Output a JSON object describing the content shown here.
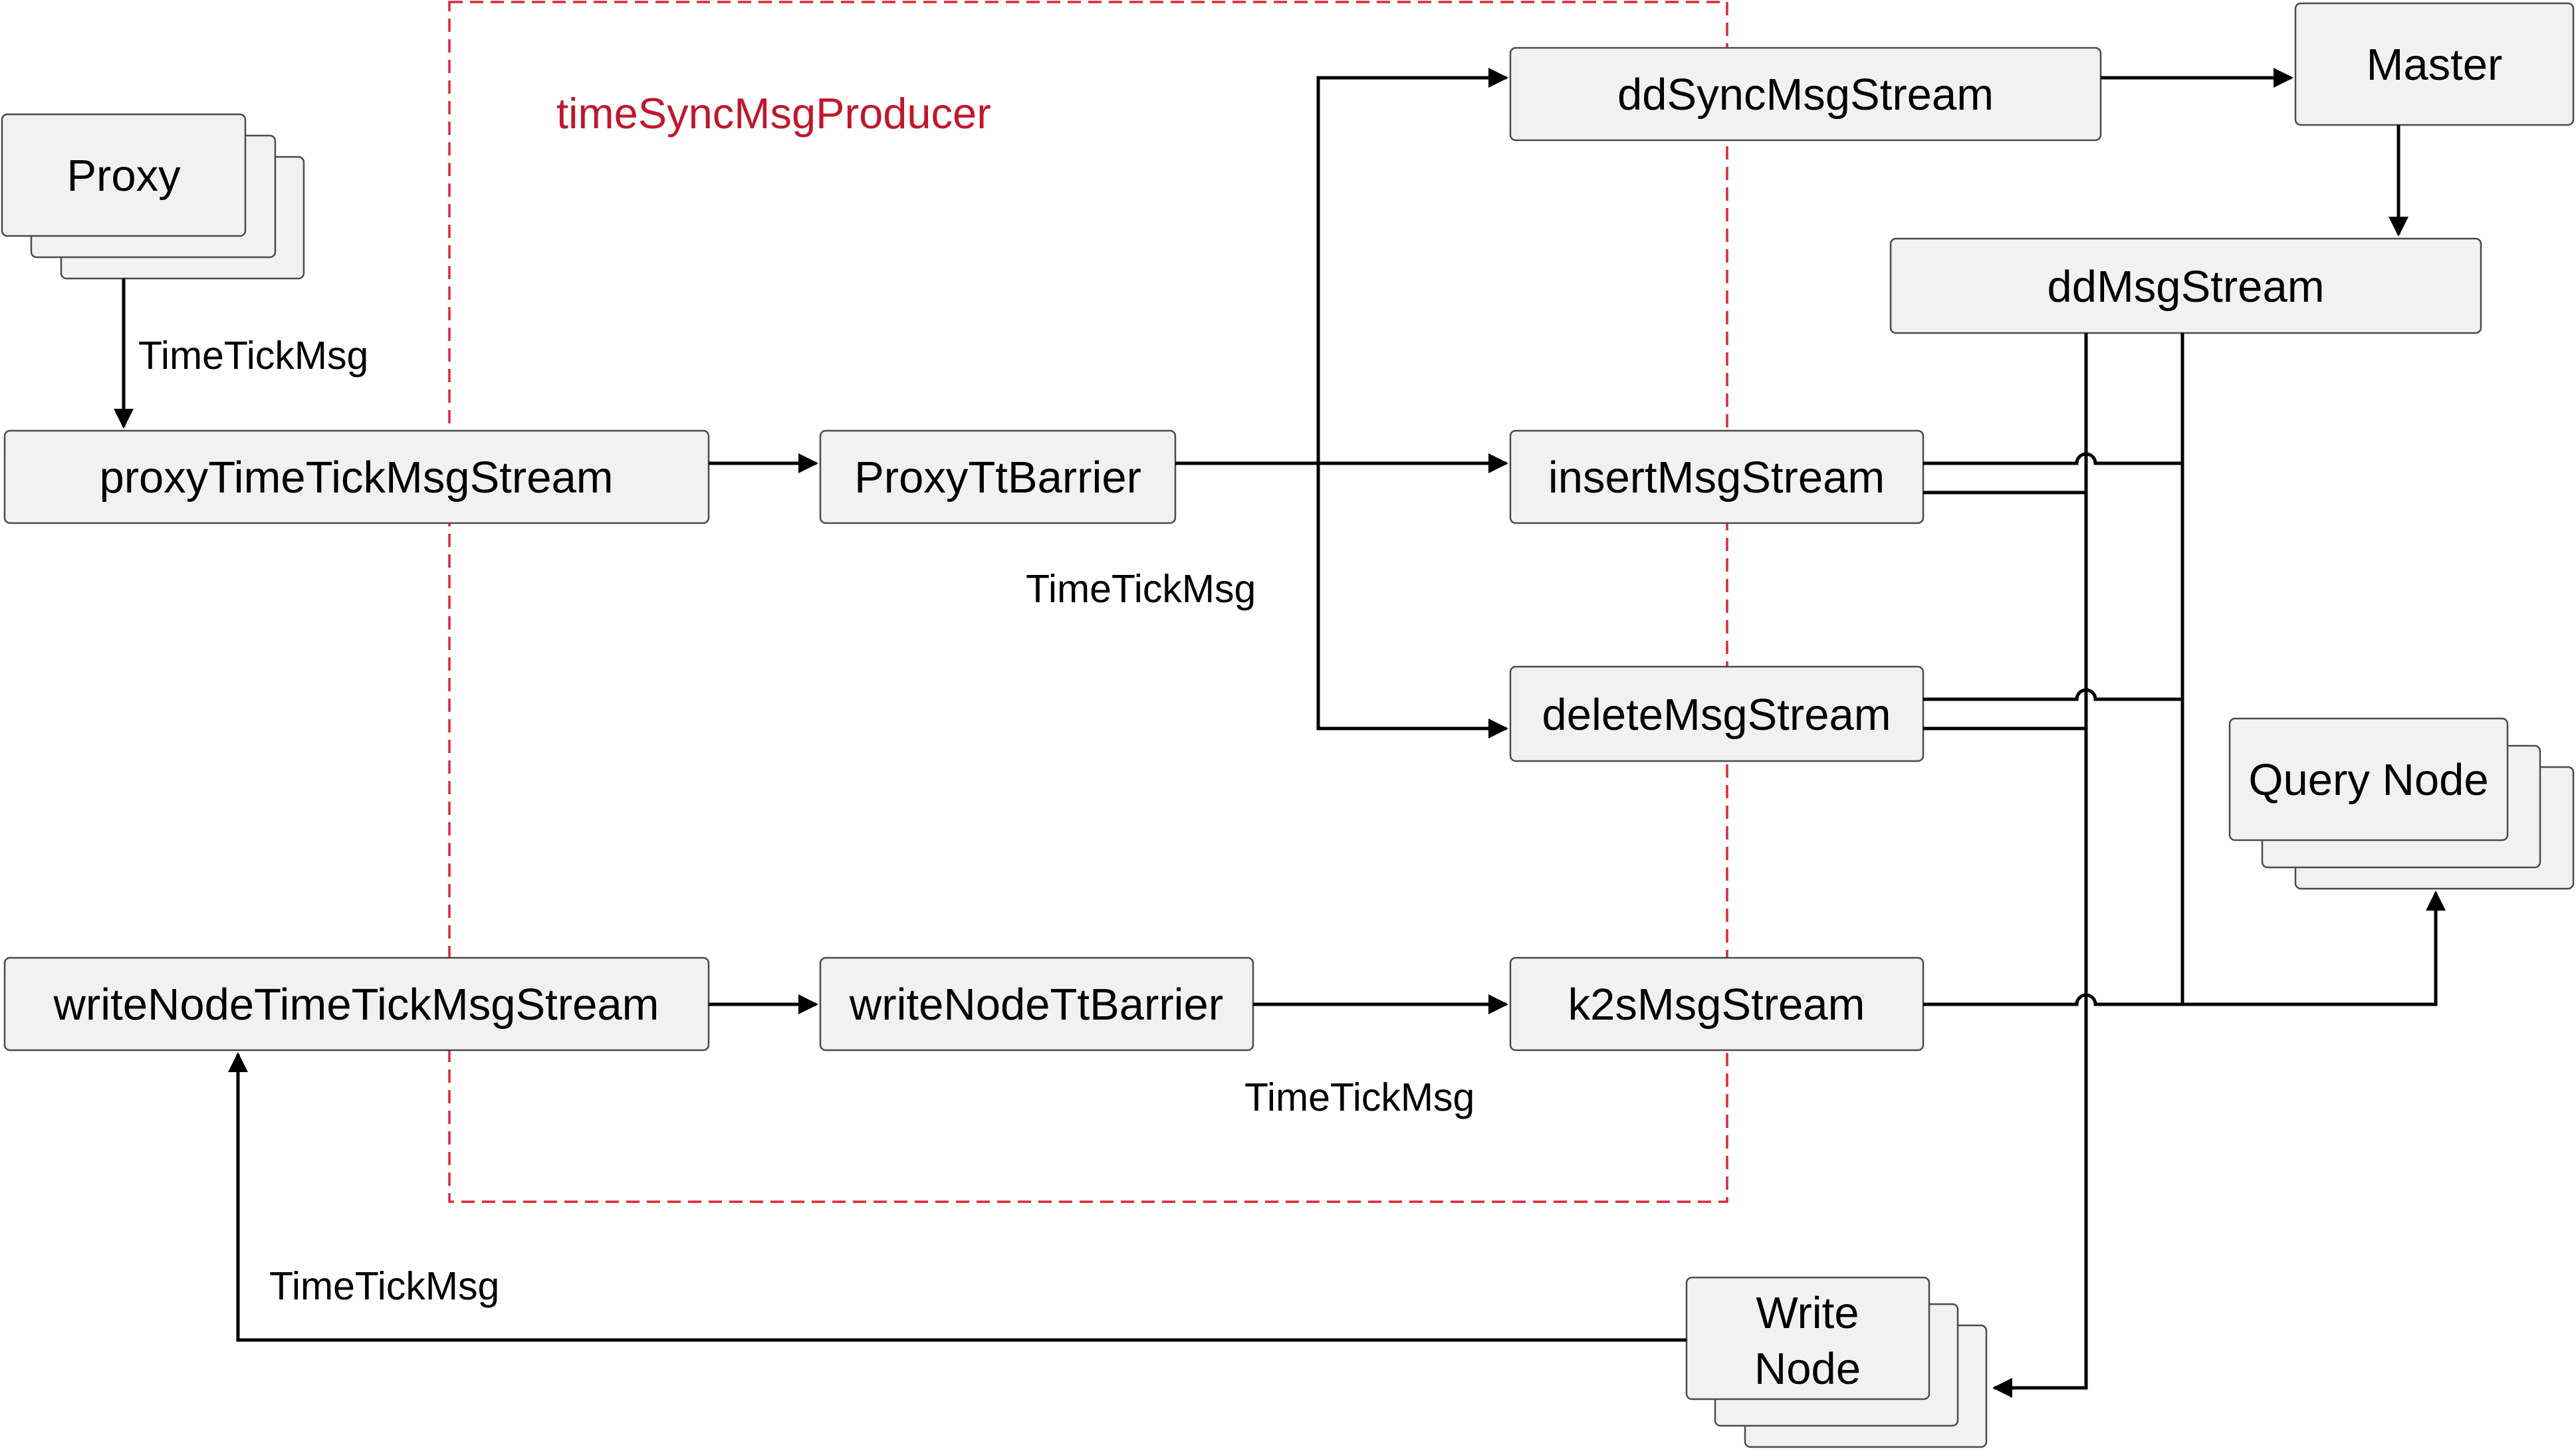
{
  "group": {
    "label": "timeSyncMsgProducer",
    "color": "#c0172c"
  },
  "nodes": {
    "proxy": "Proxy",
    "proxy_tt_stream": "proxyTimeTickMsgStream",
    "proxy_tt_barrier": "ProxyTtBarrier",
    "dd_sync_stream": "ddSyncMsgStream",
    "master": "Master",
    "dd_msg_stream": "ddMsgStream",
    "insert_stream": "insertMsgStream",
    "delete_stream": "deleteMsgStream",
    "query_node": "Query Node",
    "writenode_tt_stream": "writeNodeTimeTickMsgStream",
    "writenode_tt_barrier": "writeNodeTtBarrier",
    "k2s_stream": "k2sMsgStream",
    "write_node_line1": "Write",
    "write_node_line2": "Node"
  },
  "edge_labels": {
    "proxy_to_stream": "TimeTickMsg",
    "barrier_out": "TimeTickMsg",
    "writenode_barrier_out": "TimeTickMsg",
    "writenode_feedback": "TimeTickMsg"
  },
  "colors": {
    "box_fill": "#f1f1f1",
    "box_stroke": "#4a4a4a",
    "line": "#000000"
  }
}
